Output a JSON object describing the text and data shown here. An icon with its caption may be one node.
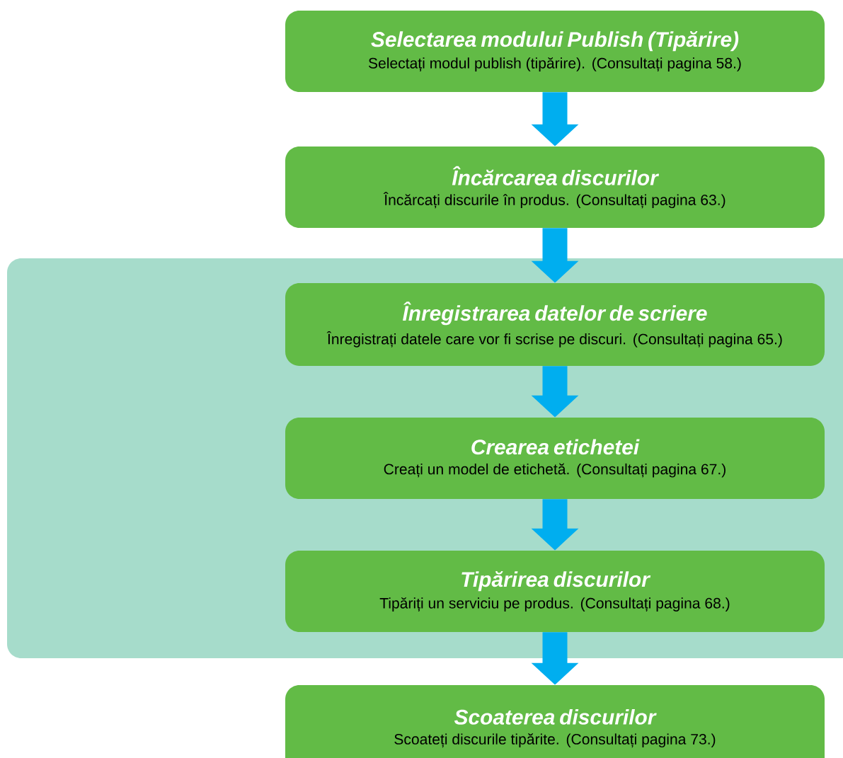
{
  "diagram": {
    "nodes": [
      {
        "text": [
          "Selectarea modului Publish (Tipărire)",
          "Selectați modul publish (tipărire). (Consultați pagina 58.)"
        ]
      },
      {
        "text": [
          "Încărcarea discurilor",
          "Încărcați discurile în produs. (Consultați pagina 63.)"
        ]
      },
      {
        "text": [],
        "shape": "box"
      },
      {
        "text": [
          "Înregistrarea datelor de scriere",
          "Înregistrați datele care vor fi scrise pe discuri. (Consultați pagina 65.)"
        ],
        "in": 2
      },
      {
        "text": [
          "Crearea etichetei",
          "Creați un model de etichetă. (Consultați pagina 67.)"
        ],
        "in": 2
      },
      {
        "text": [
          "Tipărirea discurilor",
          "Tipăriți un serviciu pe produs. (Consultați pagina 68.)"
        ],
        "in": 2
      },
      {
        "text": [
          "Scoaterea discurilor",
          "Scoateți discurile tipărite. (Consultați pagina 73.)"
        ]
      }
    ],
    "edges": [
      {
        "from": 0,
        "to": 1,
        "arrow": "to"
      },
      {
        "from": 1,
        "to": 3,
        "arrow": "to"
      },
      {
        "from": 3,
        "to": 4,
        "arrow": "to"
      },
      {
        "from": 4,
        "to": 5,
        "arrow": "to"
      },
      {
        "from": 5,
        "to": 6,
        "arrow": "to"
      }
    ]
  }
}
